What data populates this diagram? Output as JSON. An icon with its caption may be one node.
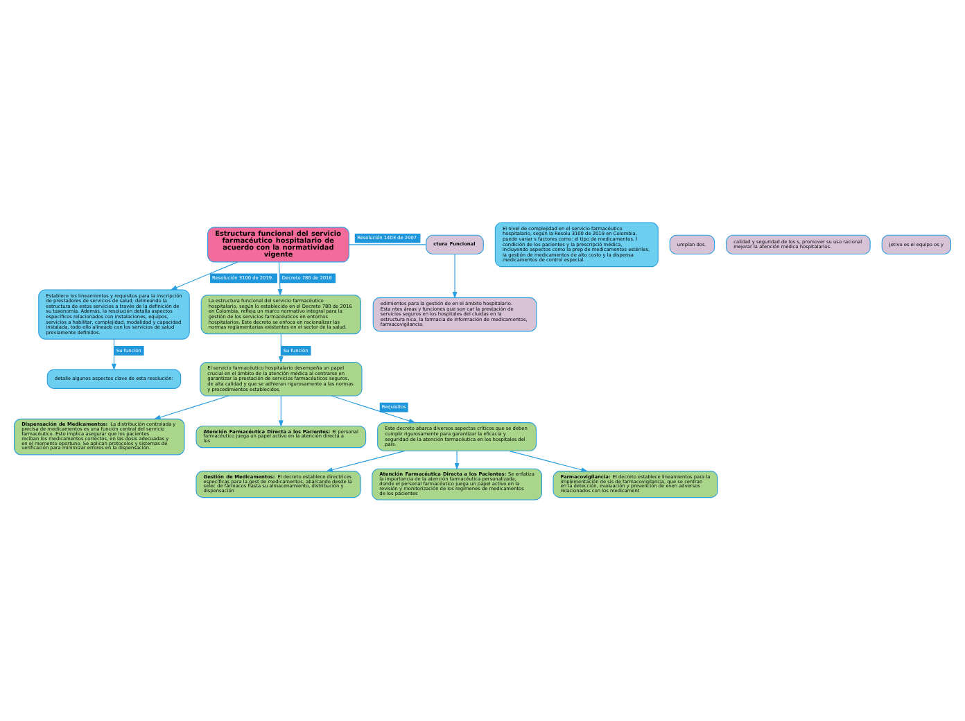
{
  "diagram": {
    "nodes": [
      {
        "text": [
          "Estructura funcional del servicio farmacéutico hospitalario de acuerdo con la normatividad vigente"
        ]
      },
      {
        "text": [
          "detalle algunos aspectos clave de esta resolución:"
        ]
      },
      {
        "text": [
          "Establece los lineamientos y requisitos para la inscripción de prestadores de servicios de salud, delineando la estructura de estos servicios a través de la definición de su taxonomía. Además, la resolución detalla aspectos específicos relacionados con instalaciones, equipos, servicios a habilitar, complejidad, modalidad y capacidad instalada, todo ello alineado con los servicios de salud previamente definidos."
        ]
      },
      {
        "text": [
          "El nivel de complejidad en el servicio farmacéutico hospitalario, según la Resolu 3100 de 2019 en Colombia, puede variar s factores como: el tipo de medicamentos, l condición de los pacientes y la prescripció médica, incluyendo aspectos como la prep de medicamentos estériles, la gestión de medicamentos de alto costo y la dispensa medicamentos de control especial."
        ]
      },
      {
        "text": [
          "**ctura Funcional**"
        ]
      },
      {
        "text": [
          "edimientos para la gestión de en el ámbito hospitalario. Esta ntes áreas y funciones que son car la prestación de servicios seguros en los hospitales del cluidas en la estructura nica, la farmacia de información de medicamentos, farmacovigilancia."
        ]
      },
      {
        "text": [
          "umplan dos."
        ]
      },
      {
        "text": [
          "calidad y seguridad de los s, promover su uso racional mejorar la atención médica hospitalarios."
        ]
      },
      {
        "text": [
          "jetivo es el equipo os y"
        ]
      },
      {
        "text": [
          "La estructura funcional del servicio farmacéutico hospitalario, según lo establecido en el Decreto 780 de 2016 en Colombia, refleja un marco normativo integral para la gestión de los servicios farmacéuticos en entornos hospitalarios. Este decreto se enfoca en racionalizar las normas reglamentarias existentes en el sector de la salud."
        ]
      },
      {
        "text": [
          "El servicio farmacéutico hospitalario desempeña un papel crucial en el ámbito de la atención médica al centrarse en garantizar la prestación de servicios farmacéuticos seguros, de alta calidad y que se adhieran rigurosamente a las normas y procedimientos establecidos."
        ]
      },
      {
        "text": [
          "**Dispensación de Medicamentos:** La distribución controlada y precisa de medicamentos es una función central del servicio farmacéutico. Esto implica asegurar que los pacientes reciban los medicamentos correctos, en las dosis adecuadas y en el momento oportuno. Se aplican protocolos y sistemas de verificación para minimizar errores en la dispensación."
        ]
      },
      {
        "text": [
          "**Atención Farmacéutica Directa a los Pacientes:** El personal farmacéutico juega un papel activo en la atención directa a los"
        ]
      },
      {
        "text": [
          "Este decreto abarca diversos aspectos críticos que se deben cumplir rigurosamente para garantizar la eficacia y seguridad de la atención farmacéutica en los hospitales del país."
        ]
      },
      {
        "text": [
          "**Gestión de Medicamentos:** El decreto establece directrices específicas para la gest de medicamentos, abarcando desde la selec de fármacos hasta su almacenamiento, distribución y dispensación"
        ]
      },
      {
        "text": [
          "**Atención Farmacéutica Directa a los Pacientes:** Se enfatiza la importancia de la atención farmacéutica personalizada, donde el personal farmacéutico juega un papel activo en la revisión y monitorización de los regímenes de medicamentos de los pacientes"
        ]
      },
      {
        "text": [
          "**Farmacovigilancia:** El decreto establece lineamientos para la implementación de sis de farmacovigilancia, que se centran en la detección, evaluación y prevención de even adversos relacionados con los medicament"
        ]
      }
    ],
    "edges": [
      {
        "from": 0,
        "to": 2,
        "arrow": "to",
        "label": "Resolución 3100 de 2019."
      },
      {
        "from": 2,
        "to": 1,
        "arrow": "to",
        "label": "Su función"
      },
      {
        "from": 0,
        "to": 4,
        "arrow": "none",
        "label": "Resolución 1403 de 2007"
      },
      {
        "from": 4,
        "to": 5,
        "arrow": "to"
      },
      {
        "from": 0,
        "to": 9,
        "arrow": "to",
        "label": "Decreto 780 de 2016"
      },
      {
        "from": 9,
        "to": 10,
        "arrow": "to",
        "label": "Su función"
      },
      {
        "from": 10,
        "to": 13,
        "arrow": "to",
        "label": "Requisitos"
      },
      {
        "from": 10,
        "to": 11,
        "arrow": "to"
      },
      {
        "from": 10,
        "to": 12,
        "arrow": "to"
      },
      {
        "from": 13,
        "to": 14,
        "arrow": "to"
      },
      {
        "from": 13,
        "to": 15,
        "arrow": "to"
      },
      {
        "from": 13,
        "to": 16,
        "arrow": "to"
      }
    ]
  }
}
